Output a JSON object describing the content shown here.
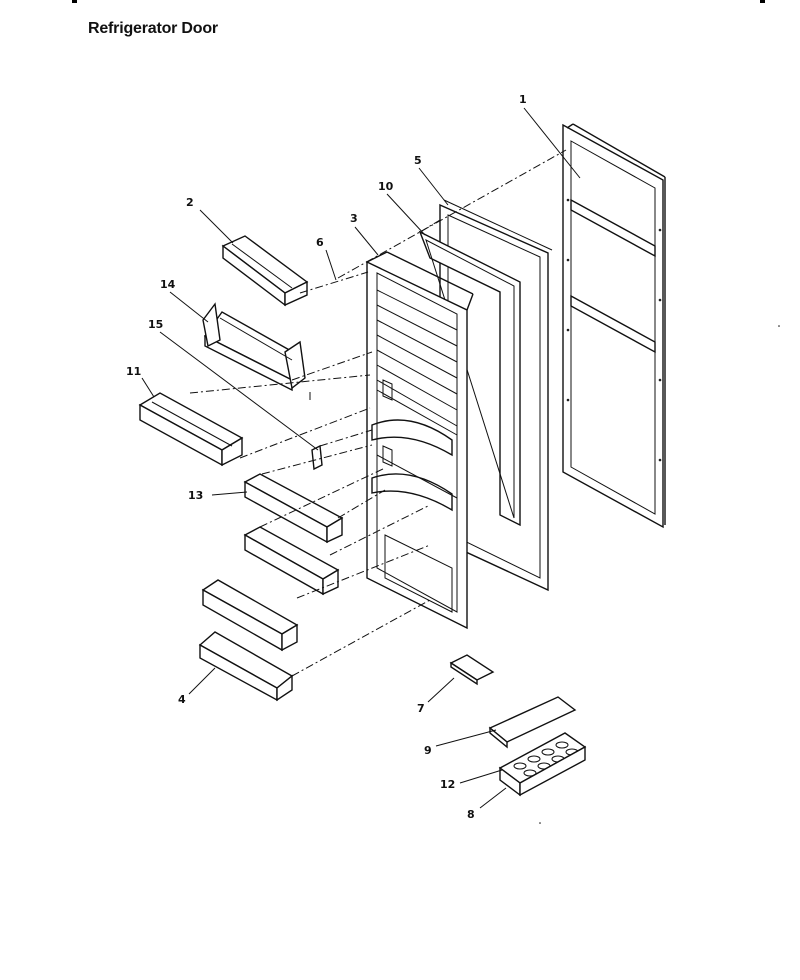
{
  "title": "Refrigerator Door",
  "parts": [
    {
      "id": "p1",
      "label": "1"
    },
    {
      "id": "p2",
      "label": "2"
    },
    {
      "id": "p3",
      "label": "3"
    },
    {
      "id": "p4",
      "label": "4"
    },
    {
      "id": "p5",
      "label": "5"
    },
    {
      "id": "p6",
      "label": "6"
    },
    {
      "id": "p7",
      "label": "7"
    },
    {
      "id": "p8",
      "label": "8"
    },
    {
      "id": "p9",
      "label": "9"
    },
    {
      "id": "p10",
      "label": "10"
    },
    {
      "id": "p11",
      "label": "11"
    },
    {
      "id": "p12",
      "label": "12"
    },
    {
      "id": "p13",
      "label": "13"
    },
    {
      "id": "p14",
      "label": "14"
    },
    {
      "id": "p15",
      "label": "15"
    }
  ]
}
